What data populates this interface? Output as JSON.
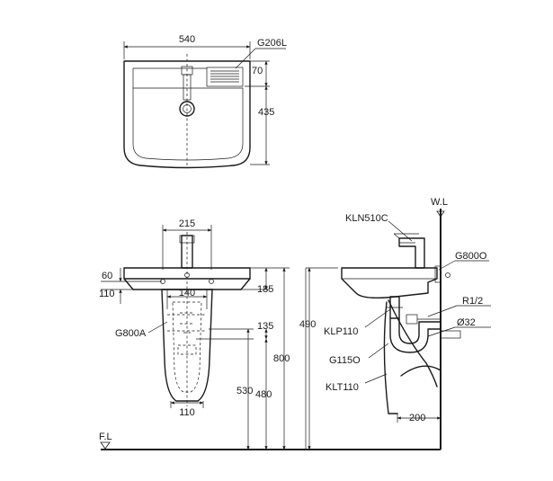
{
  "colors": {
    "line": "#1a1a1a",
    "background": "#ffffff"
  },
  "top_view": {
    "width_label": "540",
    "depth_label": "435",
    "overflow_label": "70",
    "part_label": "G206L"
  },
  "front_view": {
    "tap_spacing_label": "215",
    "rim_height_label": "60",
    "bowl_depth_label": "110",
    "mount_spacing_label": "140",
    "pedestal_width_label": "110",
    "pedestal_label": "G800A"
  },
  "side_view": {
    "wall_line_label": "W.L",
    "faucet_label": "KLN510C",
    "overflow_part_label": "G800O",
    "drain_label": "KLP110",
    "trap_label": "G115O",
    "tail_label": "KLT110",
    "supply_label": "R1/2",
    "outlet_label": "Ø32",
    "wall_offset_label": "200",
    "basin_depth_label": "490"
  },
  "heights": {
    "h185": "185",
    "h135": "135",
    "h800": "800",
    "h530": "530",
    "h480": "480"
  },
  "floor_label": "F.L"
}
